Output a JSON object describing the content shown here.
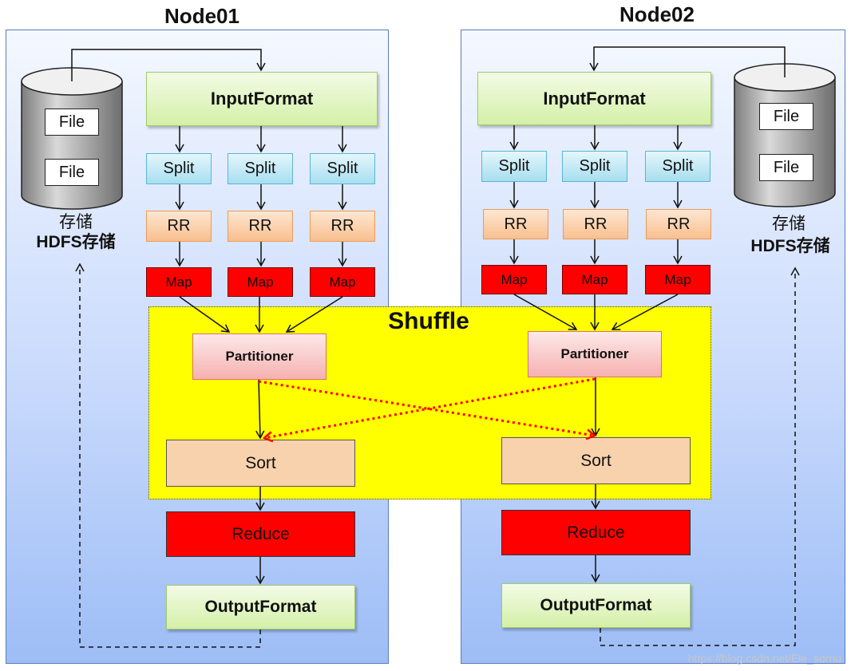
{
  "nodes": [
    {
      "title": "Node01",
      "storage": {
        "files": [
          "File",
          "File"
        ],
        "label": "存储",
        "sublabel": "HDFS存储"
      },
      "input_format": "InputFormat",
      "splits": [
        "Split",
        "Split",
        "Split"
      ],
      "record_readers": [
        "RR",
        "RR",
        "RR"
      ],
      "maps": [
        "Map",
        "Map",
        "Map"
      ],
      "partitioner": "Partitioner",
      "sort": "Sort",
      "reduce": "Reduce",
      "output_format": "OutputFormat"
    },
    {
      "title": "Node02",
      "storage": {
        "files": [
          "File",
          "File"
        ],
        "label": "存储",
        "sublabel": "HDFS存储"
      },
      "input_format": "InputFormat",
      "splits": [
        "Split",
        "Split",
        "Split"
      ],
      "record_readers": [
        "RR",
        "RR",
        "RR"
      ],
      "maps": [
        "Map",
        "Map",
        "Map"
      ],
      "partitioner": "Partitioner",
      "sort": "Sort",
      "reduce": "Reduce",
      "output_format": "OutputFormat"
    }
  ],
  "shuffle": {
    "label": "Shuffle",
    "cross_link_color": "#ff0000"
  },
  "colors": {
    "map_fill": "#ff0000",
    "reduce_fill": "#ff0000",
    "shuffle_fill": "#ffff00",
    "panel_border": "#5b7db5"
  },
  "watermark": "https://blog.csdn.net/Ele_sorriu"
}
